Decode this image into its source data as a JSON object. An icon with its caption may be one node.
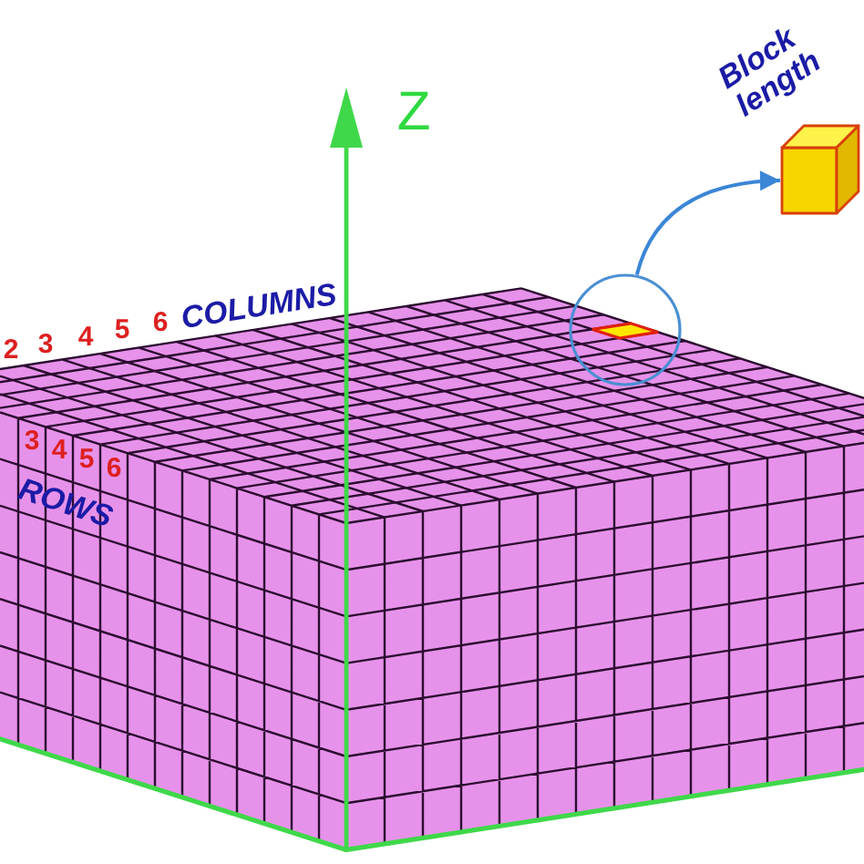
{
  "diagram": {
    "nodes": [
      {
        "text": [],
        "shape": "circle"
      },
      {
        "text": [],
        "shape": "cube",
        "beside": [
          "Block length"
        ]
      }
    ],
    "edges": [
      {
        "from": 0,
        "to": 1,
        "arrow": "to"
      }
    ],
    "labels": [
      "Z",
      "2",
      "3",
      "4",
      "5",
      "6",
      "COLUMNS",
      "3",
      "4",
      "5",
      "6",
      "ROWS"
    ]
  }
}
